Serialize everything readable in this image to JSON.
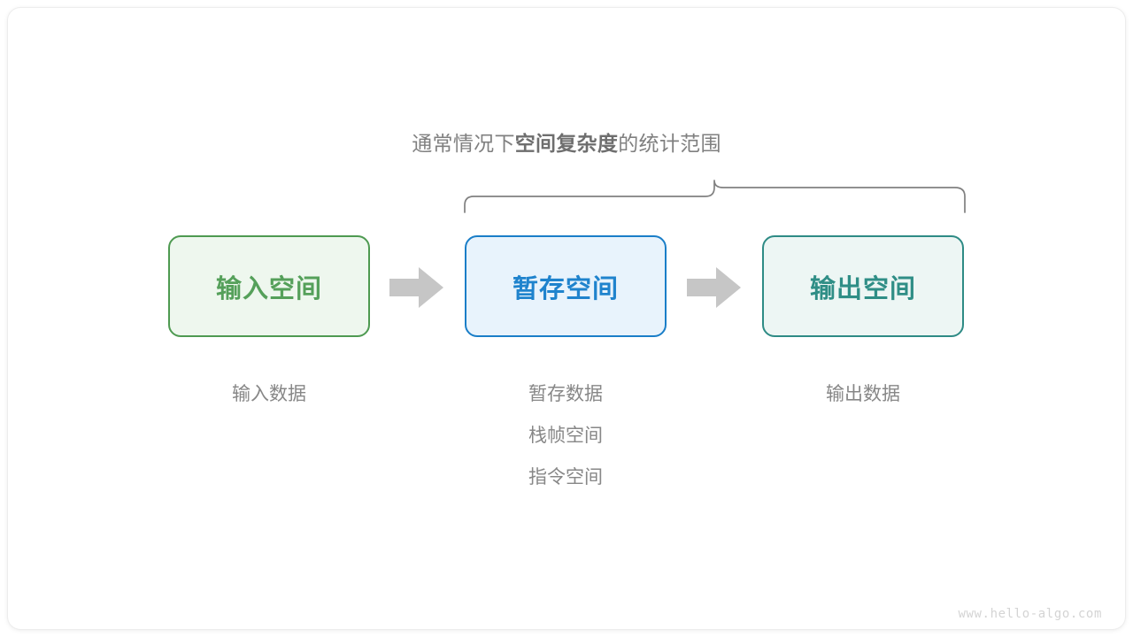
{
  "diagram": {
    "brace_title": {
      "prefix": "通常情况下",
      "emphasis": "空间复杂度",
      "suffix": "的统计范围"
    },
    "boxes": [
      {
        "label": "输入空间",
        "border_color": "#4e9a51",
        "fill_color": "#eef7ee",
        "text_color": "#55a05a"
      },
      {
        "label": "暂存空间",
        "border_color": "#1a7ec8",
        "fill_color": "#e8f3fc",
        "text_color": "#1f83cd"
      },
      {
        "label": "输出空间",
        "border_color": "#2e8b85",
        "fill_color": "#edf6f4",
        "text_color": "#2f8e86"
      }
    ],
    "arrows": [
      {
        "icon": "right-arrow-icon",
        "color": "#c6c6c6"
      },
      {
        "icon": "right-arrow-icon",
        "color": "#c6c6c6"
      }
    ],
    "captions": [
      {
        "lines": [
          "输入数据"
        ]
      },
      {
        "lines": [
          "暂存数据",
          "栈帧空间",
          "指令空间"
        ]
      },
      {
        "lines": [
          "输出数据"
        ]
      }
    ],
    "brace": {
      "color": "#808080",
      "spans_boxes": [
        "暂存空间",
        "输出空间"
      ]
    },
    "watermark": "www.hello-algo.com",
    "colors": {
      "background": "#ffffff",
      "text_gray": "#878787",
      "title_gray": "#808080",
      "watermark_gray": "#d4d4d4"
    }
  }
}
